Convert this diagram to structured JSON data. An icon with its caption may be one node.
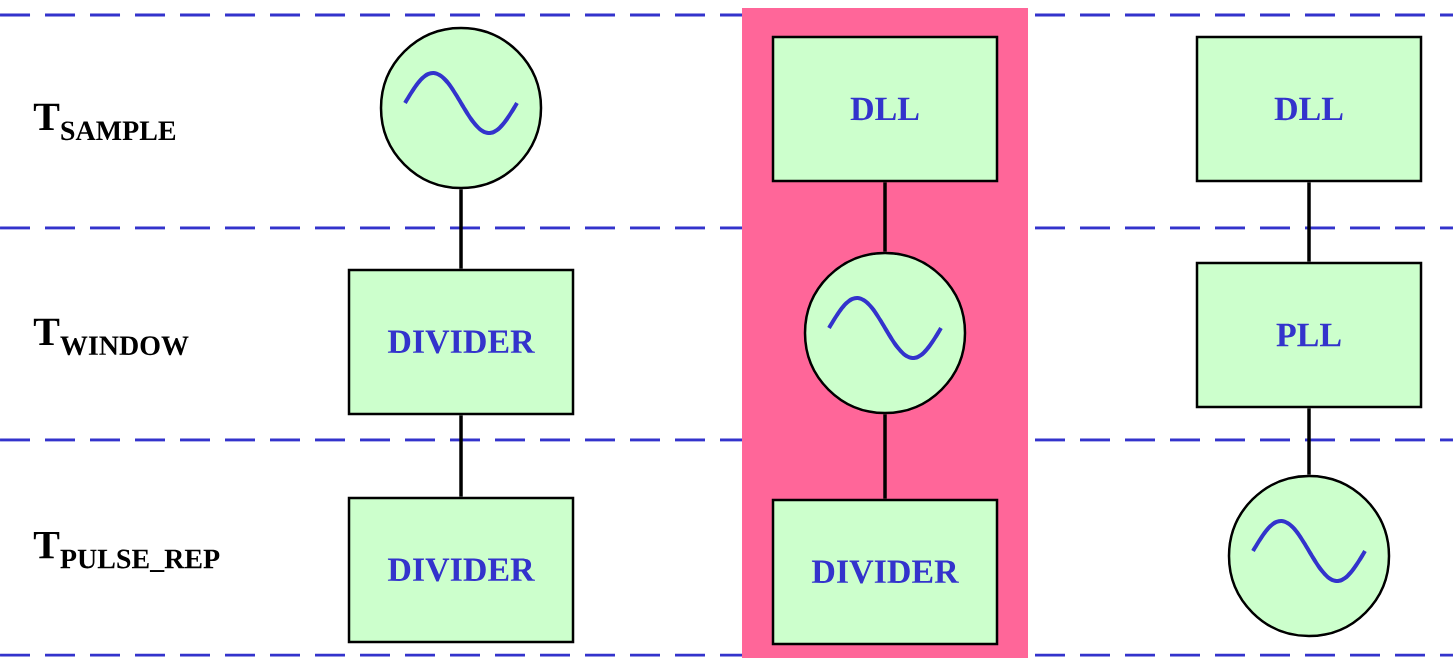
{
  "diagram": {
    "nodes": [
      {
        "text": [],
        "shape": "circle"
      },
      {
        "text": [
          "DIVIDER"
        ]
      },
      {
        "text": [
          "DIVIDER"
        ]
      },
      {
        "text": [],
        "shape": "box"
      },
      {
        "text": [
          "DLL"
        ],
        "in": 3
      },
      {
        "text": [],
        "shape": "circle",
        "in": 3
      },
      {
        "text": [
          "DIVIDER"
        ],
        "in": 3
      },
      {
        "text": [
          "DLL"
        ]
      },
      {
        "text": [
          "PLL"
        ]
      },
      {
        "text": [],
        "shape": "circle"
      }
    ],
    "edges": [
      {
        "from": 0,
        "to": 1,
        "arrow": "none"
      },
      {
        "from": 1,
        "to": 2,
        "arrow": "none"
      },
      {
        "from": 4,
        "to": 5,
        "arrow": "none"
      },
      {
        "from": 5,
        "to": 6,
        "arrow": "none"
      },
      {
        "from": 7,
        "to": 8,
        "arrow": "none"
      },
      {
        "from": 8,
        "to": 9,
        "arrow": "none"
      }
    ],
    "labels": [
      "T$_{SAMPLE}$",
      "T$_{WINDOW}$",
      "T$_{PULSE_REP}$"
    ]
  }
}
